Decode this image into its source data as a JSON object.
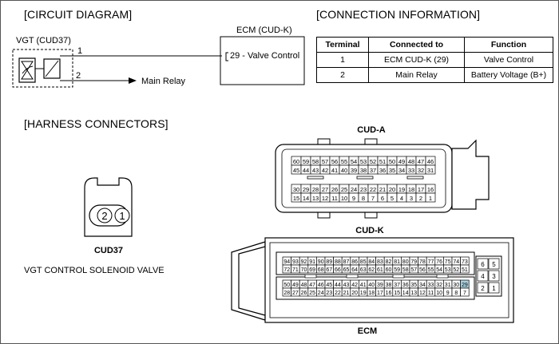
{
  "headings": {
    "circuit": "[CIRCUIT DIAGRAM]",
    "connection": "[CONNECTION INFORMATION]",
    "harness": "[HARNESS CONNECTORS]"
  },
  "circuit": {
    "vgt_label": "VGT (CUD37)",
    "ecm_label": "ECM (CUD-K)",
    "pin1": "1",
    "pin2": "2",
    "ecm_pin": "29 - Valve Control",
    "main_relay": "Main Relay"
  },
  "connection_table": {
    "headers": [
      "Terminal",
      "Connected to",
      "Function"
    ],
    "rows": [
      [
        "1",
        "ECM CUD-K (29)",
        "Valve Control"
      ],
      [
        "2",
        "Main Relay",
        "Battery Voltage (B+)"
      ]
    ]
  },
  "cud37": {
    "pins": [
      "2",
      "1"
    ],
    "name": "CUD37",
    "desc": "VGT CONTROL SOLENOID VALVE"
  },
  "cud_a": {
    "title": "CUD-A",
    "rows": [
      [
        "60",
        "59",
        "58",
        "57",
        "56",
        "55",
        "54",
        "53",
        "52",
        "51",
        "50",
        "49",
        "48",
        "47",
        "46"
      ],
      [
        "45",
        "44",
        "43",
        "42",
        "41",
        "40",
        "39",
        "38",
        "37",
        "36",
        "35",
        "34",
        "33",
        "32",
        "31"
      ],
      [
        "30",
        "29",
        "28",
        "27",
        "26",
        "25",
        "24",
        "23",
        "22",
        "21",
        "20",
        "19",
        "18",
        "17",
        "16"
      ],
      [
        "15",
        "14",
        "13",
        "12",
        "11",
        "10",
        "9",
        "8",
        "7",
        "6",
        "5",
        "4",
        "3",
        "2",
        "1"
      ]
    ]
  },
  "cud_k": {
    "title": "CUD-K",
    "footer": "ECM",
    "rows": [
      [
        "94",
        "93",
        "92",
        "91",
        "90",
        "89",
        "88",
        "87",
        "86",
        "85",
        "84",
        "83",
        "82",
        "81",
        "80",
        "79",
        "78",
        "77",
        "76",
        "75",
        "74",
        "73"
      ],
      [
        "72",
        "71",
        "70",
        "69",
        "68",
        "67",
        "66",
        "65",
        "64",
        "63",
        "62",
        "61",
        "60",
        "59",
        "58",
        "57",
        "56",
        "55",
        "54",
        "53",
        "52",
        "51"
      ],
      [
        "50",
        "49",
        "48",
        "47",
        "46",
        "45",
        "44",
        "43",
        "42",
        "41",
        "40",
        "39",
        "38",
        "37",
        "36",
        "35",
        "34",
        "33",
        "32",
        "31",
        "30",
        "29"
      ],
      [
        "28",
        "27",
        "26",
        "25",
        "24",
        "23",
        "22",
        "21",
        "20",
        "19",
        "18",
        "17",
        "16",
        "15",
        "14",
        "13",
        "12",
        "11",
        "10",
        "9",
        "8",
        "7"
      ]
    ],
    "side": [
      [
        "6",
        "5"
      ],
      [
        "4",
        "3"
      ],
      [
        "2",
        "1"
      ]
    ],
    "highlight": "29",
    "highlight_color": "#a9d3e0"
  }
}
